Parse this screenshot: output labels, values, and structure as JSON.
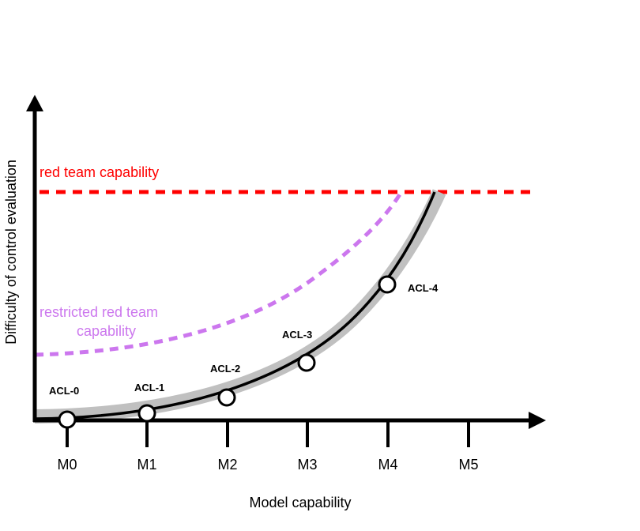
{
  "y_axis_label": "Difficulty of control evaluation",
  "x_axis_label": "Model capability",
  "x_ticks": [
    "M0",
    "M1",
    "M2",
    "M3",
    "M4",
    "M5"
  ],
  "red_team_label": "red team capability",
  "restricted_label": [
    "restricted red team",
    "capability"
  ],
  "acl_points": [
    "ACL-0",
    "ACL-1",
    "ACL-2",
    "ACL-3",
    "ACL-4"
  ],
  "colors": {
    "red_team": "#ff0000",
    "restricted": "#cc77ee",
    "band": "#c0c0c0",
    "curve": "#000000"
  }
}
